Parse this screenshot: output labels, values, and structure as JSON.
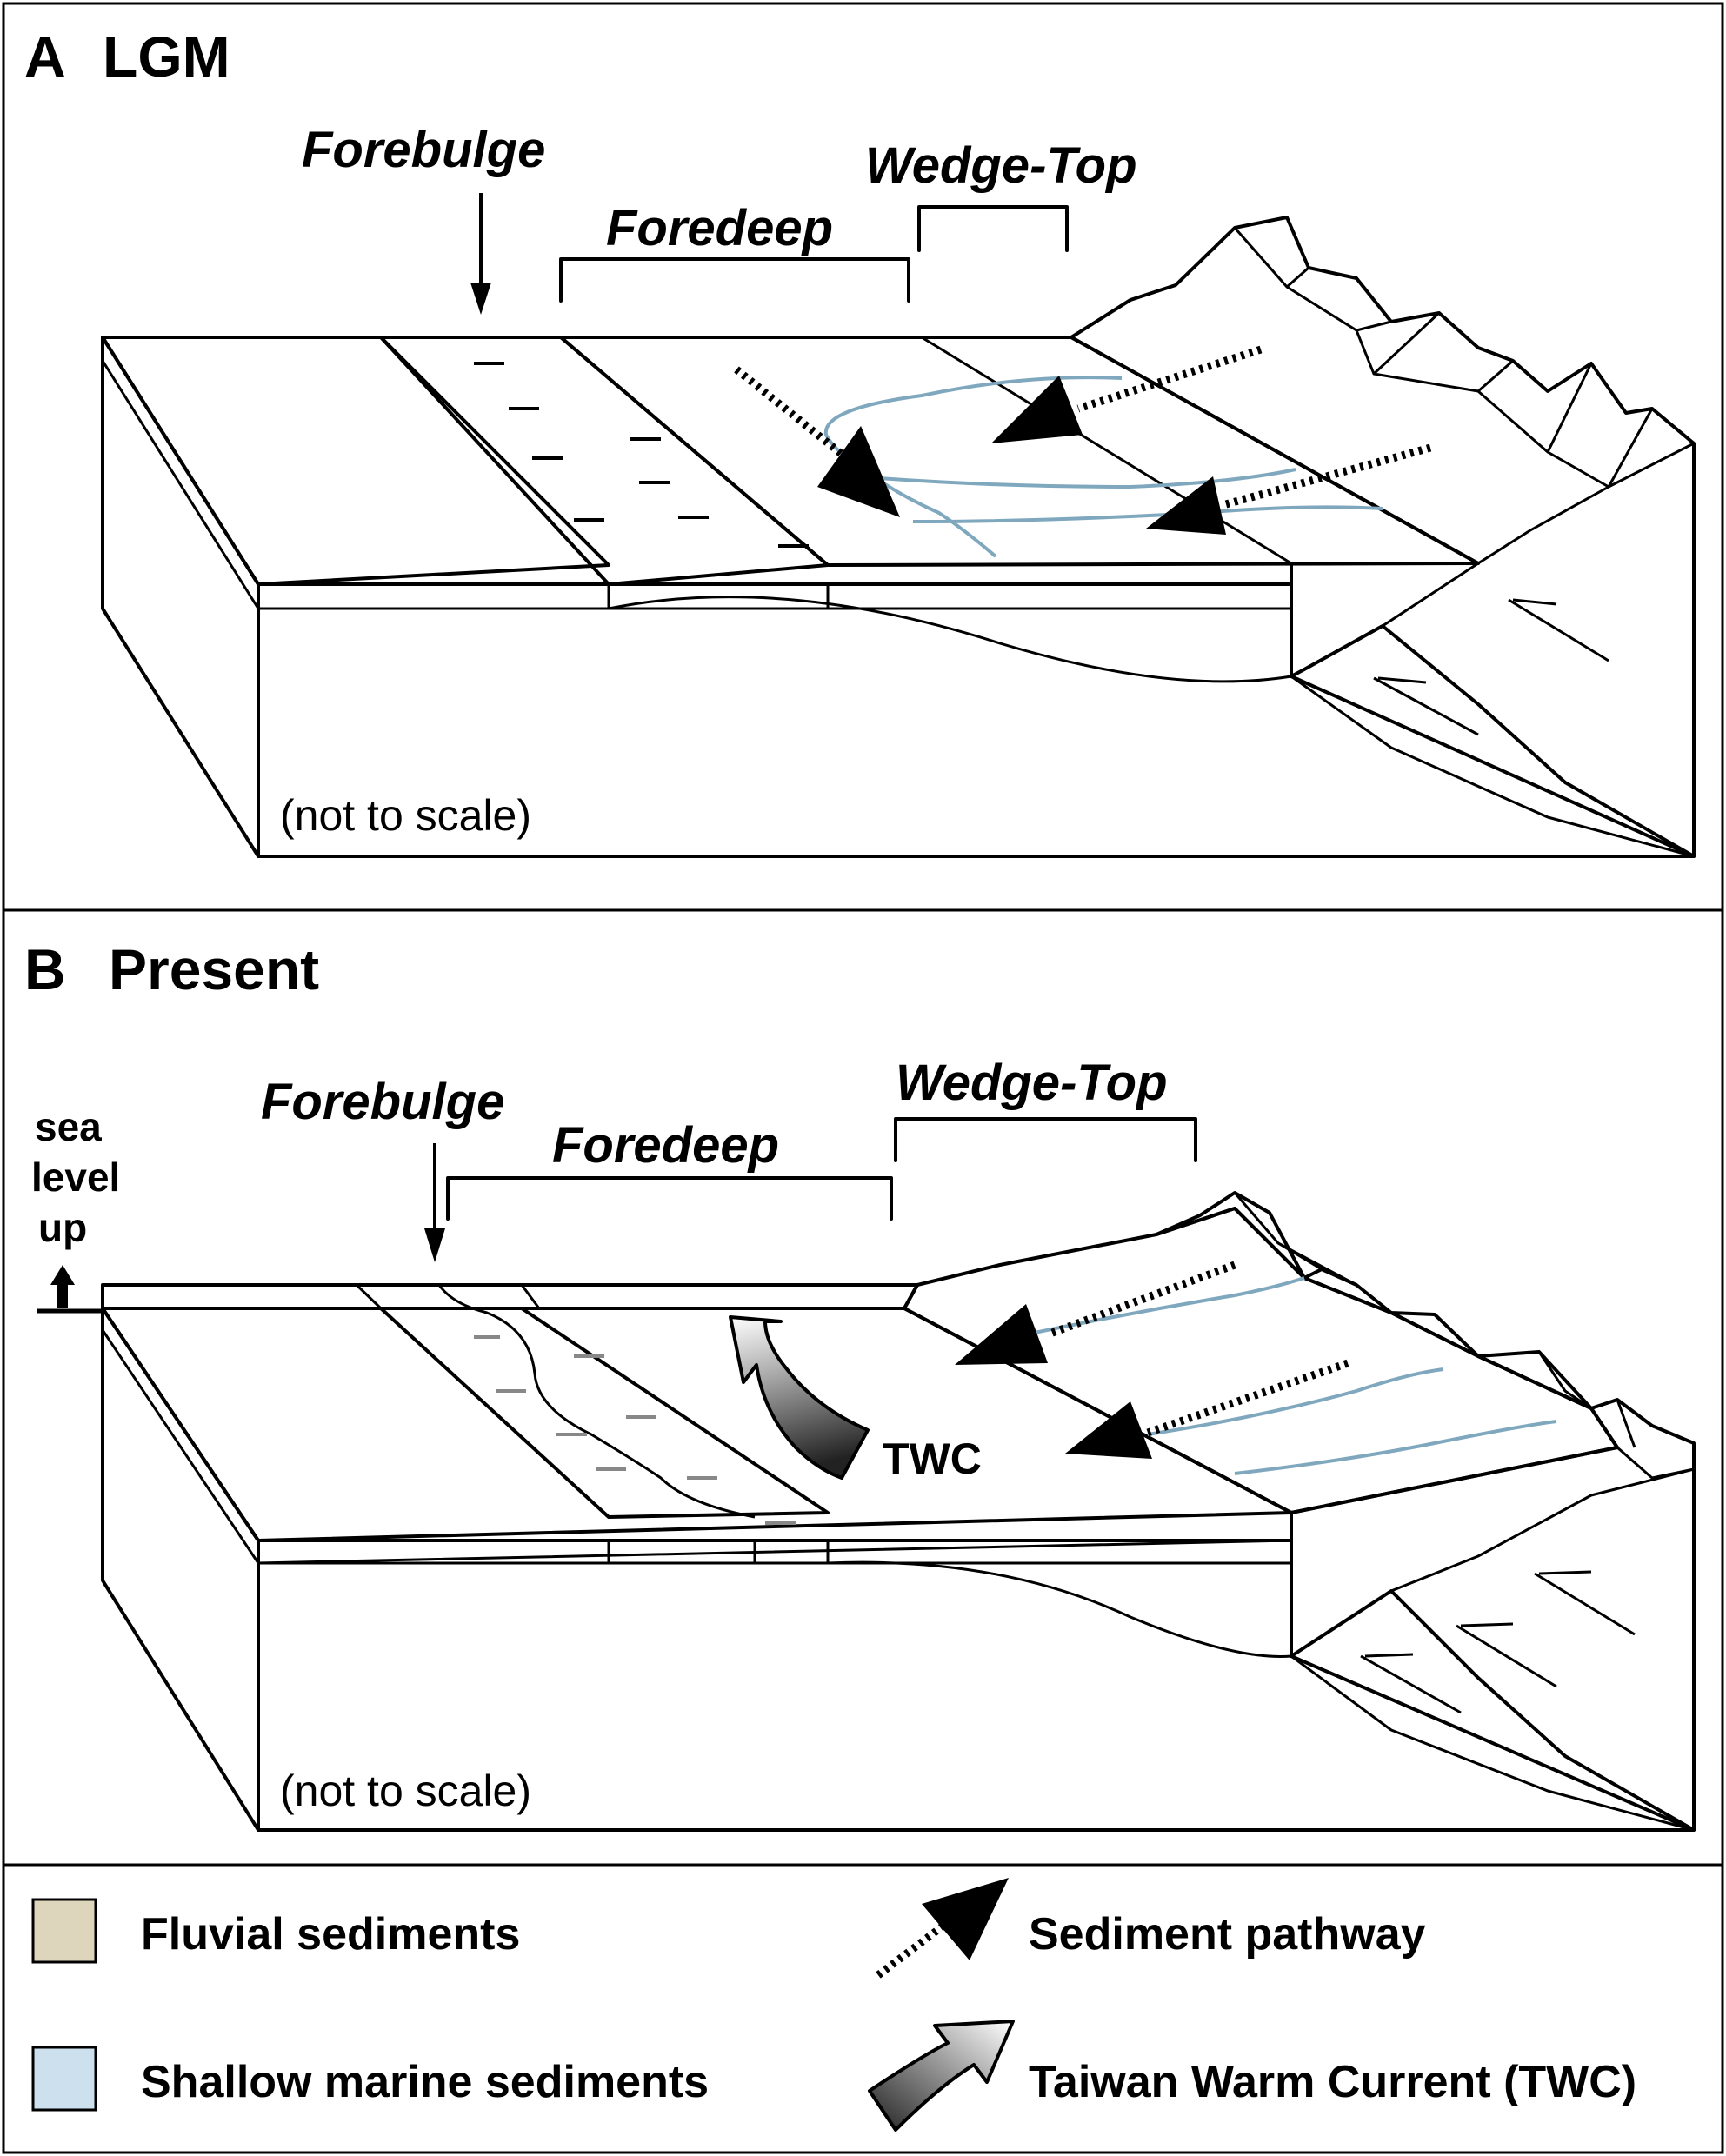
{
  "panel_a": {
    "letter": "A",
    "title": "LGM",
    "zones": {
      "forebulge": "Forebulge",
      "foredeep": "Foredeep",
      "wedge_top": "Wedge-Top"
    },
    "scale_note": "(not to scale)"
  },
  "panel_b": {
    "letter": "B",
    "title": "Present",
    "zones": {
      "forebulge": "Forebulge",
      "foredeep": "Foredeep",
      "wedge_top": "Wedge-Top"
    },
    "sea_level": [
      "sea",
      "level",
      "up"
    ],
    "current_label": "TWC",
    "scale_note": "(not to scale)"
  },
  "legend": {
    "fluvial": "Fluvial sediments",
    "marine": "Shallow marine sediments",
    "pathway": "Sediment pathway",
    "twc": "Taiwan Warm Current (TWC)"
  },
  "colors": {
    "fluvial": "#ddd6bd",
    "marine": "#cde0ee",
    "river": "#7fa8bf",
    "outline": "#000000"
  }
}
